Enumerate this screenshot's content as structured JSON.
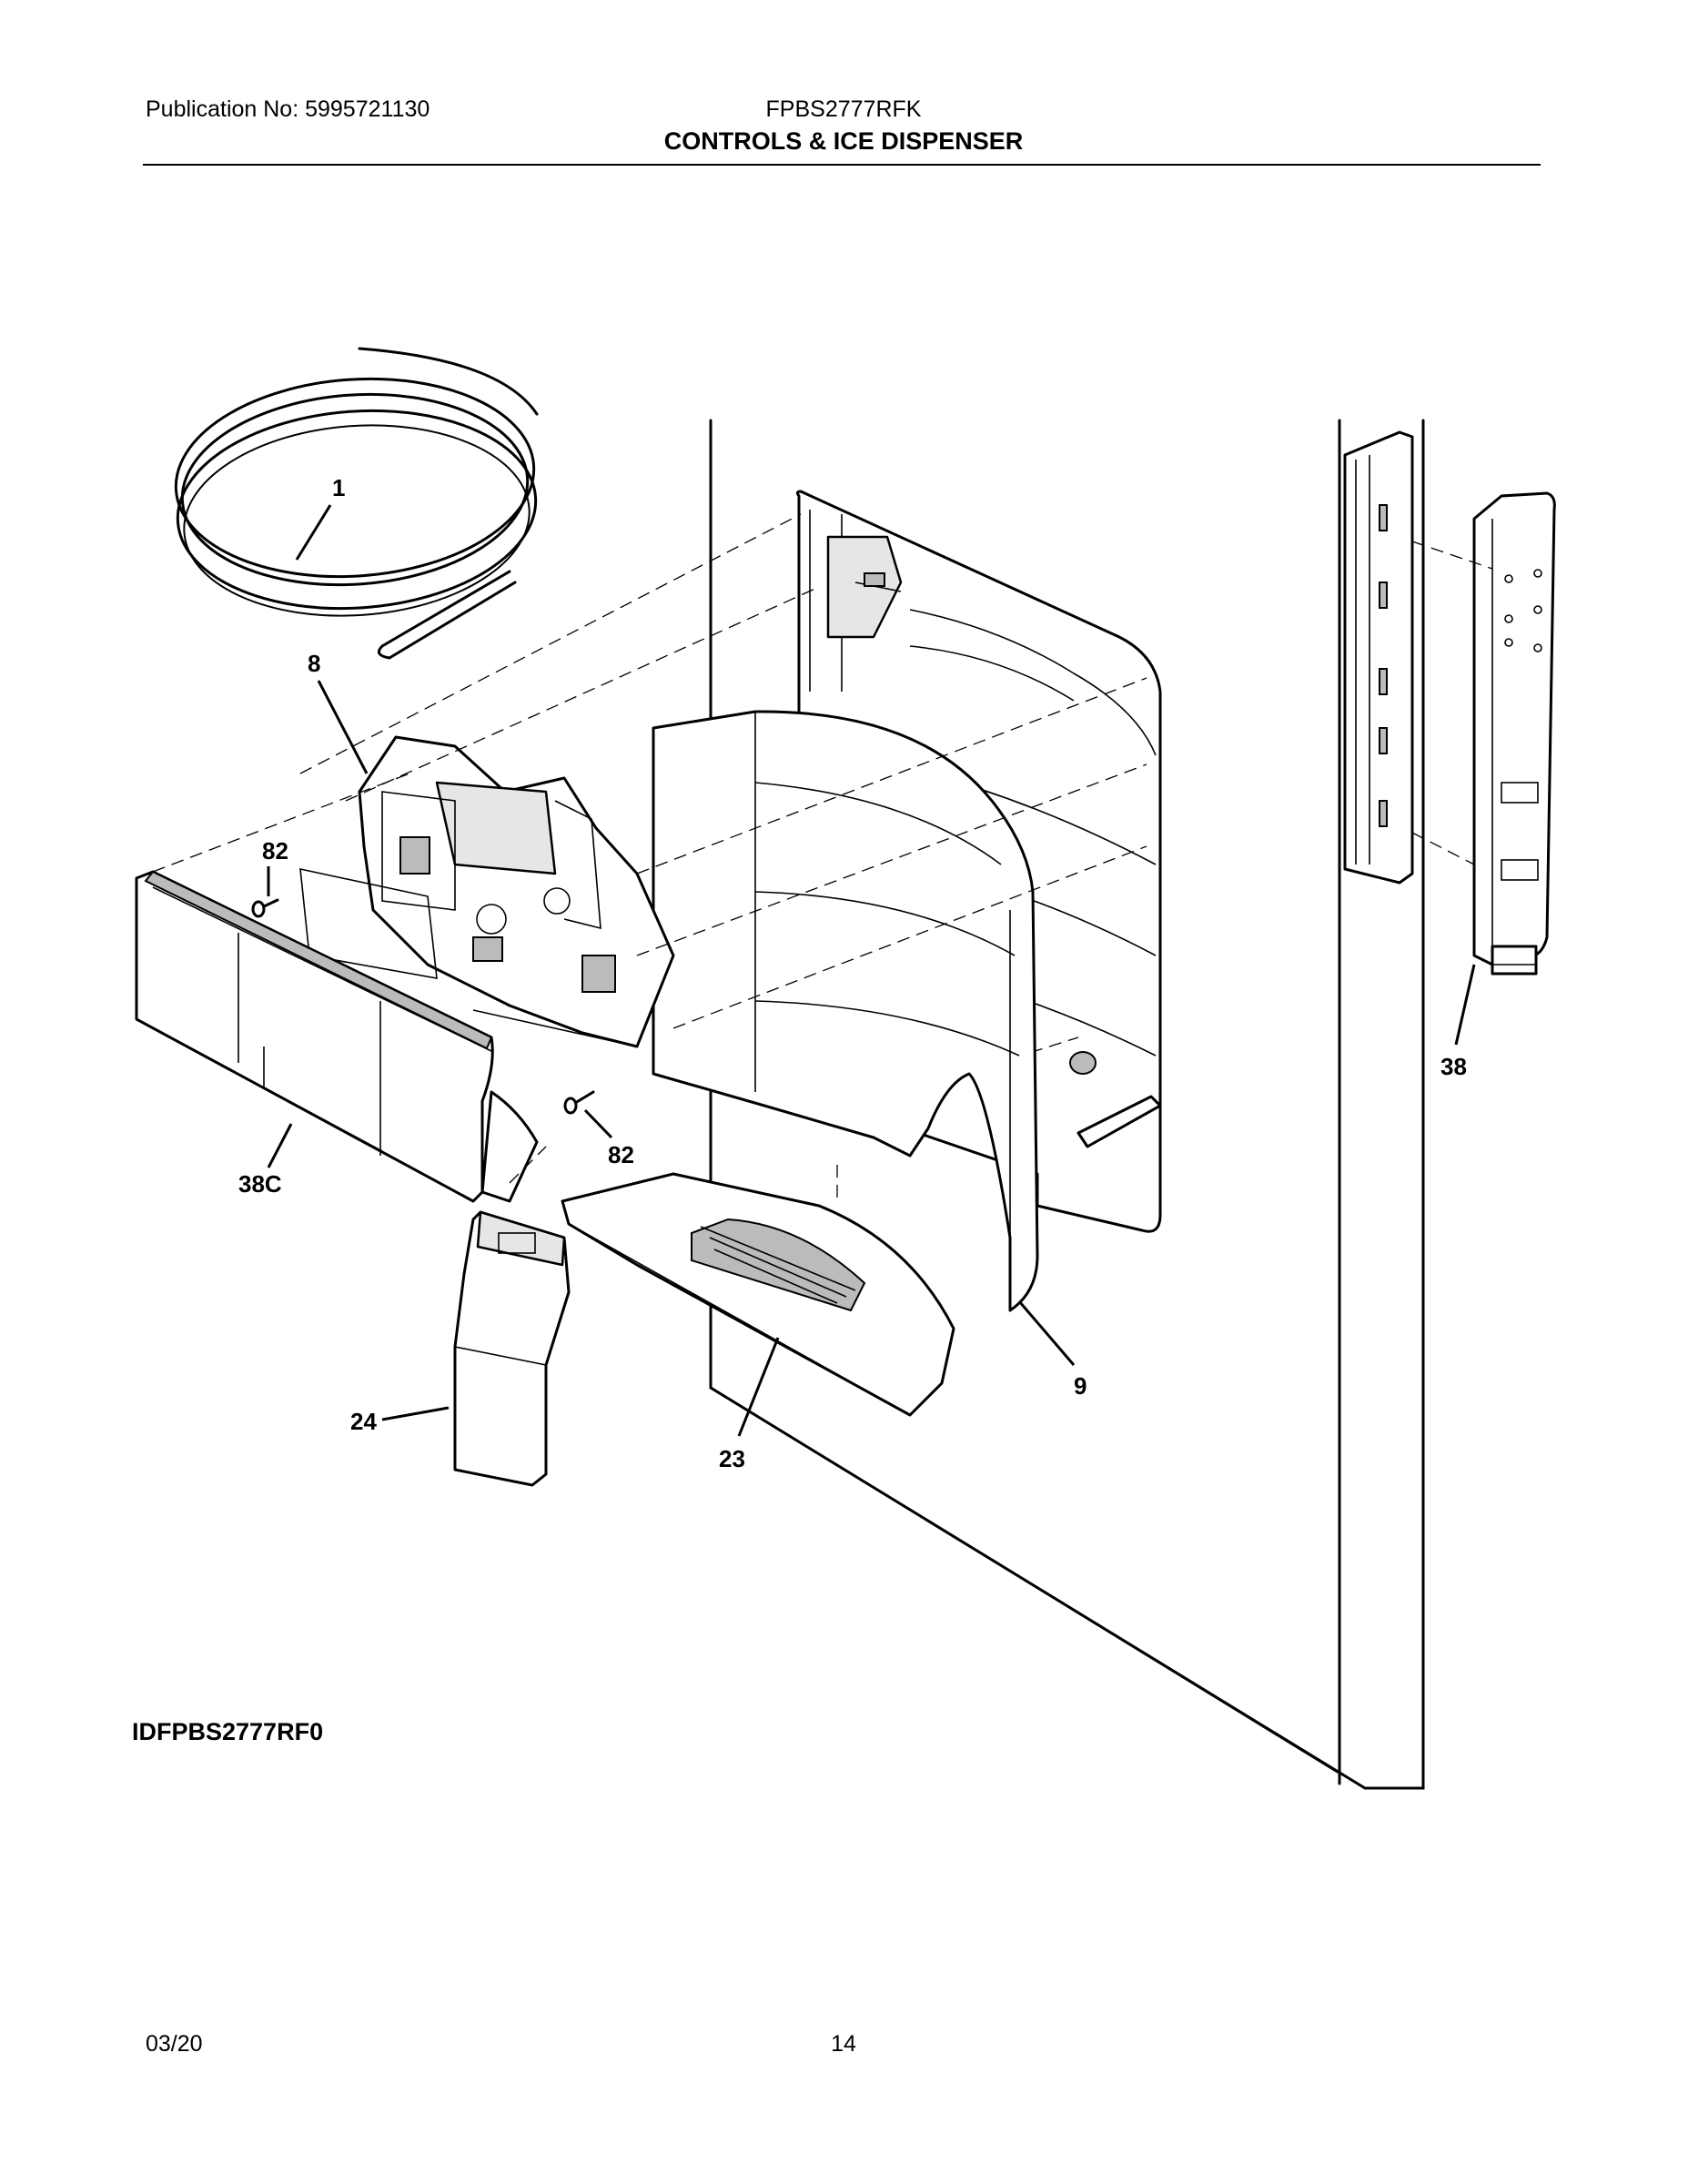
{
  "header": {
    "publication": "Publication No: 5995721130",
    "model": "FPBS2777RFK",
    "section_title": "CONTROLS & ICE DISPENSER"
  },
  "diagram": {
    "id": "IDFPBS2777RF0",
    "callouts": {
      "tubing": "1",
      "dispenser_housing_assembly": "8",
      "screw_upper": "82",
      "screw_lower": "82",
      "paddle_cover_assembly": "38C",
      "paddle": "24",
      "drip_tray": "23",
      "dispenser_trim": "9",
      "control_panel": "38"
    }
  },
  "footer": {
    "date": "03/20",
    "page": "14"
  }
}
